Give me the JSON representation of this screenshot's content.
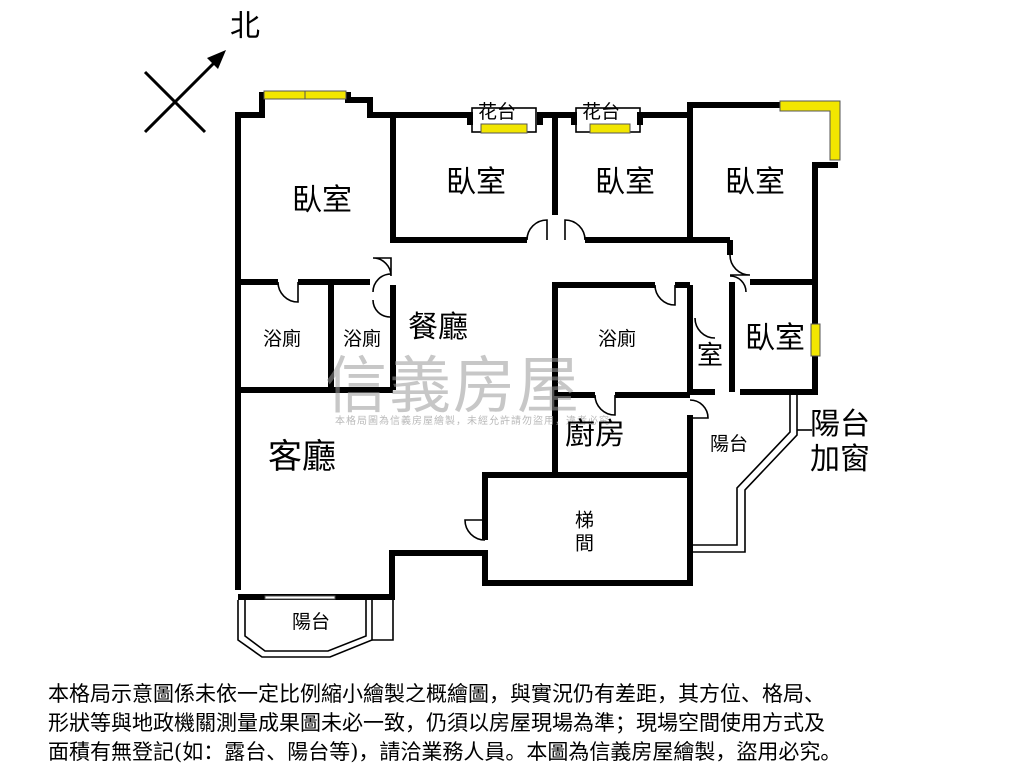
{
  "compass": {
    "north_label": "北"
  },
  "rooms": {
    "bedroom_nw": "臥室",
    "bedroom_n2": "臥室",
    "bedroom_n3": "臥室",
    "bedroom_ne": "臥室",
    "bedroom_e": "臥室",
    "bath_1": "浴廁",
    "bath_2": "浴廁",
    "bath_3": "浴廁",
    "dining": "餐廳",
    "living": "客廳",
    "kitchen": "廚房",
    "stairwell": "梯間",
    "balcony_sw": "陽台",
    "balcony_e": "陽台",
    "small_room": "室",
    "planter_1": "花台",
    "planter_2": "花台"
  },
  "callout": {
    "line1": "陽台",
    "line2": "加窗"
  },
  "watermark": {
    "brand": "信義房屋",
    "note": "本格局圖為信義房屋繪製，未經允許請勿盜用，違者必究"
  },
  "disclaimer": {
    "line1": "本格局示意圖係未依一定比例縮小繪製之概繪圖，與實況仍有差距，其方位、格局、",
    "line2": "形狀等與地政機關測量成果圖未必一致，仍須以房屋現場為準；現場空間使用方式及",
    "line3": "面積有無登記(如：露台、陽台等)，請洽業務人員。本圖為信義房屋繪製，盜用必究。"
  }
}
